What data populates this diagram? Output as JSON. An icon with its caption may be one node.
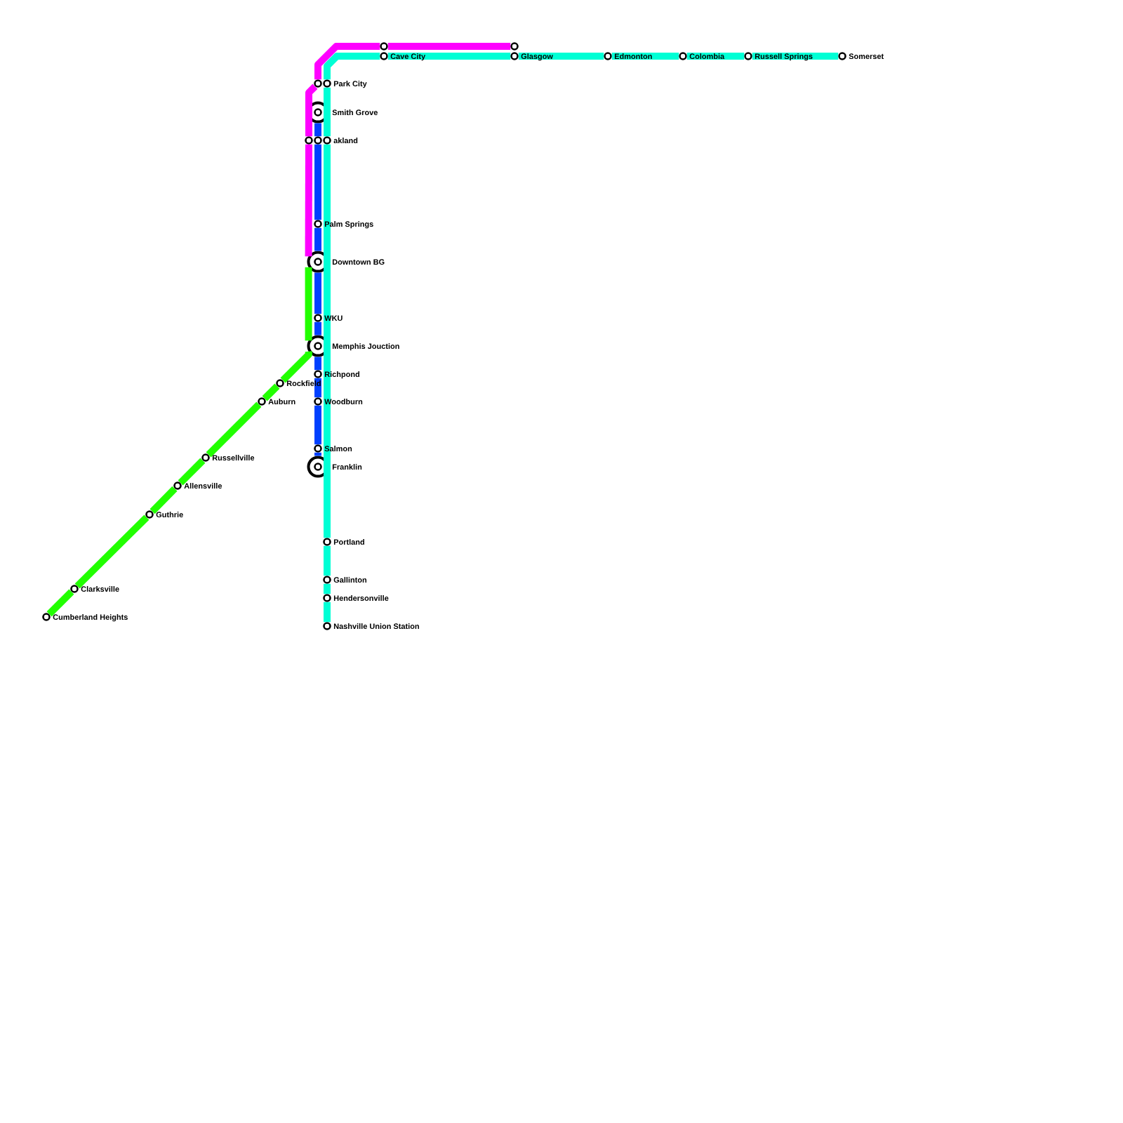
{
  "diagram": {
    "nodes": [
      {
        "text": [],
        "shape": "circle"
      },
      {
        "text": [],
        "shape": "circle"
      },
      {
        "text": [
          "Cave City"
        ]
      },
      {
        "text": [
          "Glasgow"
        ]
      },
      {
        "text": [
          "Edmonton"
        ]
      },
      {
        "text": [
          "Colombia"
        ]
      },
      {
        "text": [
          "Russell Springs"
        ]
      },
      {
        "text": [
          "Somerset"
        ]
      },
      {
        "text": [],
        "shape": "circle"
      },
      {
        "text": [
          "Park City"
        ]
      },
      {
        "text": [
          "Smith Grove"
        ]
      },
      {
        "text": [],
        "shape": "circle"
      },
      {
        "text": [],
        "shape": "circle"
      },
      {
        "text": [
          "akland"
        ]
      },
      {
        "text": [
          "Palm Springs"
        ]
      },
      {
        "text": [
          "Downtown BG"
        ]
      },
      {
        "text": [
          "WKU"
        ]
      },
      {
        "text": [
          "Memphis Jouction"
        ]
      },
      {
        "text": [
          "Richpond"
        ]
      },
      {
        "text": [
          "Rockfield"
        ]
      },
      {
        "text": [
          "Auburn"
        ]
      },
      {
        "text": [
          "Woodburn"
        ]
      },
      {
        "text": [
          "Salmon"
        ]
      },
      {
        "text": [
          "Russellville"
        ]
      },
      {
        "text": [
          "Franklin"
        ]
      },
      {
        "text": [
          "Allensville"
        ]
      },
      {
        "text": [
          "Guthrie"
        ]
      },
      {
        "text": [
          "Portland"
        ]
      },
      {
        "text": [
          "Gallinton"
        ]
      },
      {
        "text": [
          "Clarksville"
        ]
      },
      {
        "text": [
          "Hendersonville"
        ]
      },
      {
        "text": [
          "Cumberland Heights"
        ]
      },
      {
        "text": [
          "Nashville Union Station"
        ]
      }
    ],
    "edges": [
      {
        "from": 1,
        "to": 0,
        "arrow": "none",
        "color": "#ff00ff"
      },
      {
        "from": 0,
        "to": 8,
        "arrow": "none",
        "color": "#ff00ff"
      },
      {
        "from": 8,
        "to": 11,
        "arrow": "none",
        "color": "#ff00ff"
      },
      {
        "from": 11,
        "to": 15,
        "arrow": "none",
        "color": "#ff00ff"
      },
      {
        "from": 7,
        "to": 6,
        "arrow": "none",
        "color": "#00ffd5"
      },
      {
        "from": 6,
        "to": 5,
        "arrow": "none",
        "color": "#00ffd5"
      },
      {
        "from": 5,
        "to": 4,
        "arrow": "none",
        "color": "#00ffd5"
      },
      {
        "from": 4,
        "to": 3,
        "arrow": "none",
        "color": "#00ffd5"
      },
      {
        "from": 3,
        "to": 2,
        "arrow": "none",
        "color": "#00ffd5"
      },
      {
        "from": 2,
        "to": 9,
        "arrow": "none",
        "color": "#00ffd5"
      },
      {
        "from": 9,
        "to": 13,
        "arrow": "none",
        "color": "#00ffd5"
      },
      {
        "from": 13,
        "to": 27,
        "arrow": "none",
        "color": "#00ffd5"
      },
      {
        "from": 27,
        "to": 28,
        "arrow": "none",
        "color": "#00ffd5"
      },
      {
        "from": 28,
        "to": 30,
        "arrow": "none",
        "color": "#00ffd5"
      },
      {
        "from": 30,
        "to": 32,
        "arrow": "none",
        "color": "#00ffd5"
      },
      {
        "from": 10,
        "to": 12,
        "arrow": "none",
        "color": "#0040ff"
      },
      {
        "from": 12,
        "to": 14,
        "arrow": "none",
        "color": "#0040ff"
      },
      {
        "from": 14,
        "to": 15,
        "arrow": "none",
        "color": "#0040ff"
      },
      {
        "from": 15,
        "to": 16,
        "arrow": "none",
        "color": "#0040ff"
      },
      {
        "from": 16,
        "to": 17,
        "arrow": "none",
        "color": "#0040ff"
      },
      {
        "from": 17,
        "to": 18,
        "arrow": "none",
        "color": "#0040ff"
      },
      {
        "from": 18,
        "to": 21,
        "arrow": "none",
        "color": "#0040ff"
      },
      {
        "from": 21,
        "to": 22,
        "arrow": "none",
        "color": "#0040ff"
      },
      {
        "from": 22,
        "to": 24,
        "arrow": "none",
        "color": "#0040ff"
      },
      {
        "from": 15,
        "to": 17,
        "arrow": "none",
        "color": "#22ff00"
      },
      {
        "from": 17,
        "to": 19,
        "arrow": "none",
        "color": "#22ff00"
      },
      {
        "from": 19,
        "to": 20,
        "arrow": "none",
        "color": "#22ff00"
      },
      {
        "from": 20,
        "to": 23,
        "arrow": "none",
        "color": "#22ff00"
      },
      {
        "from": 23,
        "to": 25,
        "arrow": "none",
        "color": "#22ff00"
      },
      {
        "from": 25,
        "to": 26,
        "arrow": "none",
        "color": "#22ff00"
      },
      {
        "from": 26,
        "to": 29,
        "arrow": "none",
        "color": "#22ff00"
      },
      {
        "from": 29,
        "to": 31,
        "arrow": "none",
        "color": "#22ff00"
      }
    ]
  }
}
